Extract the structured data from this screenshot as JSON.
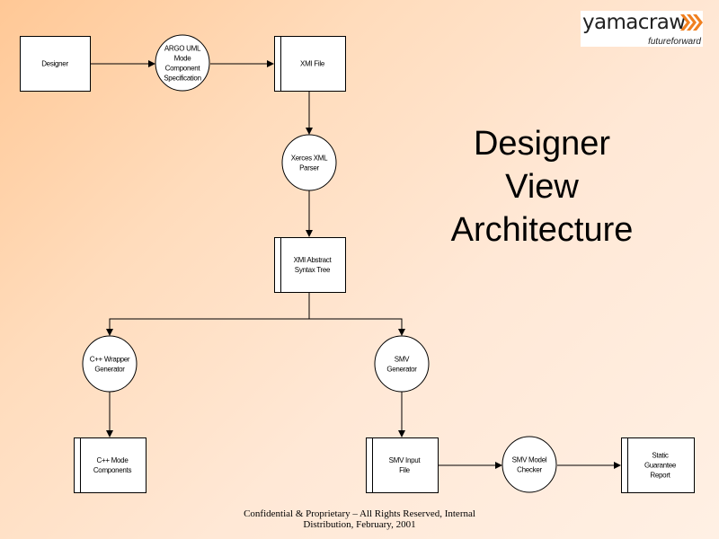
{
  "logo": {
    "wordmark": "yamacraw",
    "tagline": "futureforward",
    "icon": "triple-chevron-right-icon",
    "accent_color": "#f08020"
  },
  "title": {
    "lines": [
      "Designer",
      "View",
      "Architecture"
    ]
  },
  "nodes": {
    "designer": {
      "type": "external-entity",
      "lines": [
        "Designer"
      ]
    },
    "argo_uml": {
      "type": "process",
      "lines": [
        "ARGO UML",
        "Mode",
        "Component",
        "Specification"
      ]
    },
    "xmi_file": {
      "type": "data-store",
      "lines": [
        "XMI File"
      ]
    },
    "xerces_parser": {
      "type": "process",
      "lines": [
        "Xerces XML",
        "Parser"
      ]
    },
    "xmi_ast": {
      "type": "data-store",
      "lines": [
        "XMI Abstract",
        "Syntax Tree"
      ]
    },
    "cpp_wrapper_gen": {
      "type": "process",
      "lines": [
        "C++ Wrapper",
        "Generator"
      ]
    },
    "smv_gen": {
      "type": "process",
      "lines": [
        "SMV",
        "Generator"
      ]
    },
    "cpp_mode_components": {
      "type": "data-store",
      "lines": [
        "C++ Mode",
        "Components"
      ]
    },
    "smv_input_file": {
      "type": "data-store",
      "lines": [
        "SMV Input",
        "File"
      ]
    },
    "smv_model_checker": {
      "type": "process",
      "lines": [
        "SMV Model",
        "Checker"
      ]
    },
    "static_guarantee_report": {
      "type": "data-store",
      "lines": [
        "Static",
        "Guarantee",
        "Report"
      ]
    }
  },
  "edges": [
    {
      "from": "designer",
      "to": "argo_uml"
    },
    {
      "from": "argo_uml",
      "to": "xmi_file"
    },
    {
      "from": "xmi_file",
      "to": "xerces_parser"
    },
    {
      "from": "xerces_parser",
      "to": "xmi_ast"
    },
    {
      "from": "xmi_ast",
      "to": "cpp_wrapper_gen"
    },
    {
      "from": "xmi_ast",
      "to": "smv_gen"
    },
    {
      "from": "cpp_wrapper_gen",
      "to": "cpp_mode_components"
    },
    {
      "from": "smv_gen",
      "to": "smv_input_file"
    },
    {
      "from": "smv_input_file",
      "to": "smv_model_checker"
    },
    {
      "from": "smv_model_checker",
      "to": "static_guarantee_report"
    }
  ],
  "footer": {
    "line1": "Confidential & Proprietary – All Rights Reserved, Internal",
    "line2": "Distribution, February, 2001"
  }
}
